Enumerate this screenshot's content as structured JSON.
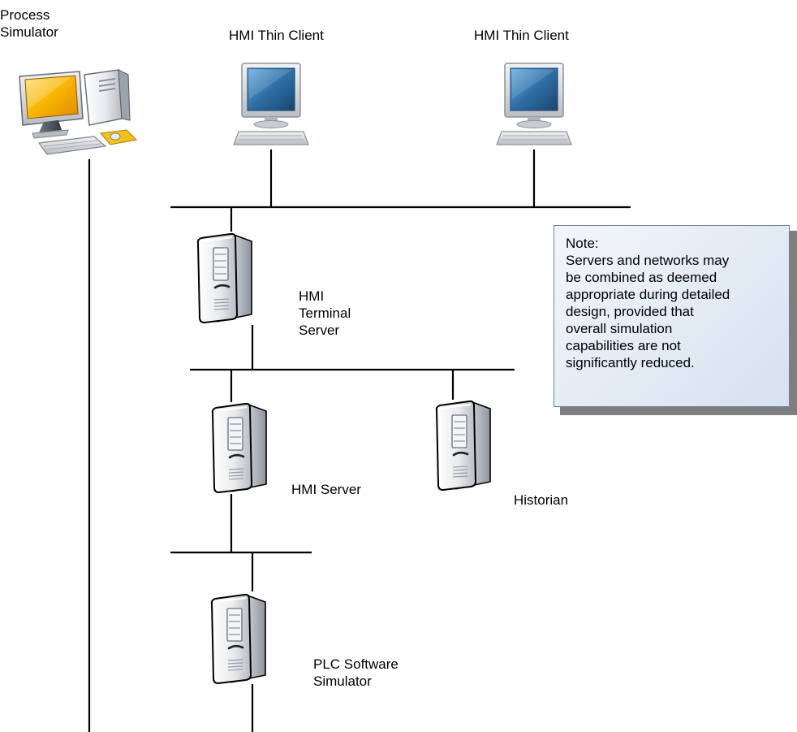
{
  "nodes": {
    "process_simulator": {
      "label_lines": [
        "Process",
        "Simulator"
      ],
      "icon": "desktop-computer-icon"
    },
    "thin_client_1": {
      "label": "HMI Thin Client",
      "icon": "monitor-keyboard-icon"
    },
    "thin_client_2": {
      "label": "HMI Thin Client",
      "icon": "monitor-keyboard-icon"
    },
    "terminal_server": {
      "label_lines": [
        "HMI",
        "Terminal",
        "Server"
      ],
      "icon": "server-tower-icon"
    },
    "hmi_server": {
      "label": "HMI Server",
      "icon": "server-tower-icon"
    },
    "historian": {
      "label": "Historian",
      "icon": "server-tower-icon"
    },
    "plc_simulator": {
      "label_lines": [
        "PLC Software",
        "Simulator"
      ],
      "icon": "server-tower-icon"
    }
  },
  "note": {
    "lines": [
      "Note:",
      "Servers and networks may",
      "be combined as deemed",
      "appropriate during detailed",
      "design, provided that",
      "overall simulation",
      "capabilities are not",
      "significantly reduced."
    ]
  },
  "colors": {
    "line": "#000000",
    "note_bg": "#dce5f1",
    "note_border": "#6d7f98",
    "monitor_screen": "#2f6fa6",
    "desktop_screen": "#f7b500"
  }
}
